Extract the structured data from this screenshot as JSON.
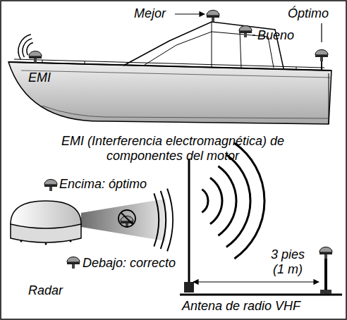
{
  "diagram": {
    "labels": [
      "Mejor",
      "Óptimo",
      "Bueno",
      "EMI",
      "EMI (Interferencia electromagnética) de componentes del motor",
      "Encima: óptimo",
      "Debajo: correcto",
      "3 pies (1 m)",
      "Radar",
      "Antena de radio VHF"
    ]
  }
}
